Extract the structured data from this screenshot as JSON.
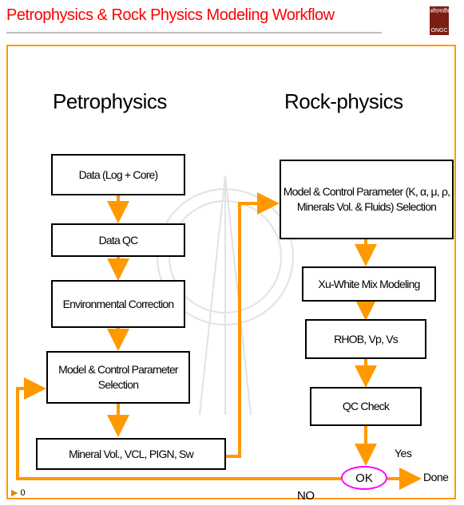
{
  "title": "Petrophysics & Rock Physics Modeling Workflow",
  "logo": {
    "top_text": "ओएनजीसी",
    "bottom_text": "ONGC",
    "color": "#7a1e12"
  },
  "headings": {
    "left": "Petrophysics",
    "right": "Rock-physics"
  },
  "petrophysics_steps": [
    "Data (Log + Core)",
    "Data QC",
    "Environmental Correction",
    "Model & Control Parameter Selection",
    "Mineral Vol., VCL, PIGN, Sw"
  ],
  "rockphysics_steps": [
    "Model & Control Parameter (K, α, μ, ρ, Minerals Vol. & Fluids) Selection",
    "Xu-White Mix Modeling",
    "RHOB, Vp, Vs",
    "QC Check"
  ],
  "decision": {
    "label": "OK",
    "yes_label": "Yes",
    "no_label": "NO",
    "done_label": "Done"
  },
  "nav": {
    "arrow": "▶",
    "text": "0"
  },
  "colors": {
    "arrow": "#ff9900",
    "title": "#ff0000",
    "decision_outline": "#ff00ff",
    "frame": "#ff9900"
  }
}
